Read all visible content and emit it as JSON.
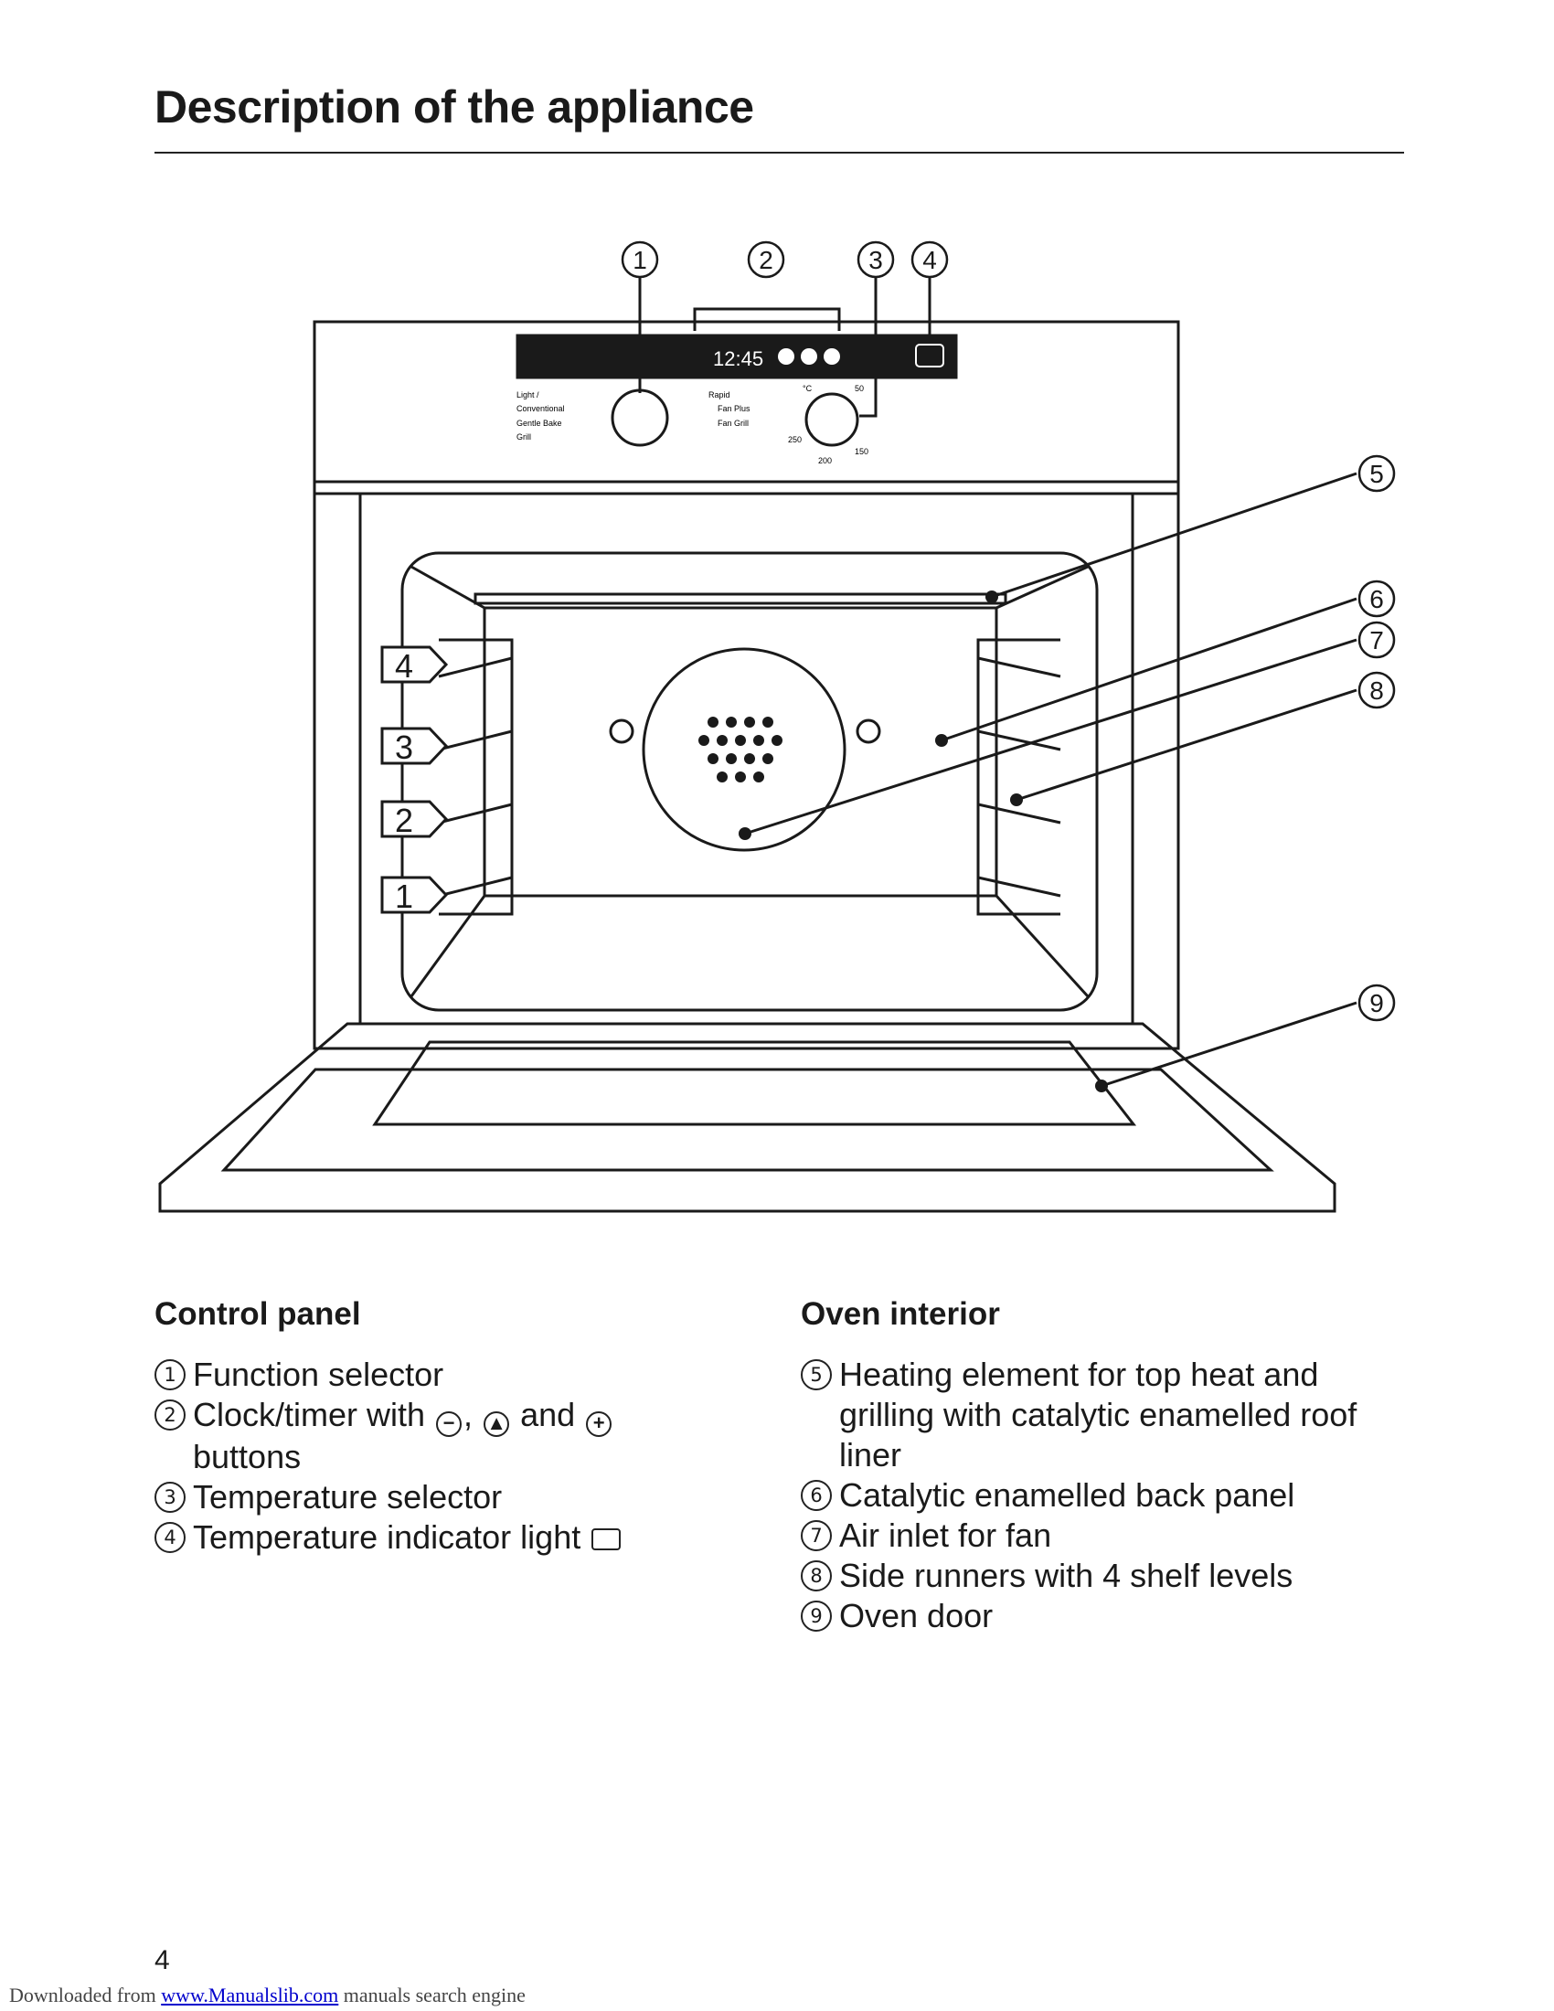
{
  "page": {
    "title": "Description of the appliance",
    "page_number": "4"
  },
  "figure": {
    "callouts": [
      "1",
      "2",
      "3",
      "4",
      "5",
      "6",
      "7",
      "8",
      "9"
    ],
    "shelf_levels": [
      "4",
      "3",
      "2",
      "1"
    ],
    "display_time": "12:45",
    "function_labels_left": [
      "Light /",
      "Conventional",
      "Gentle Bake",
      "Grill"
    ],
    "function_labels_right": [
      "Rapid",
      "Fan Plus",
      "Fan Grill"
    ],
    "temp_unit": "°C",
    "temp_marks": [
      "50",
      "150",
      "200",
      "250"
    ]
  },
  "control_panel": {
    "heading": "Control panel",
    "items": [
      {
        "num": "1",
        "pre": "Function selector"
      },
      {
        "num": "2",
        "pre": "Clock/timer with ",
        "mid1": ",",
        "mid2": " and ",
        "post": " buttons",
        "icons": [
          "minus-button-icon",
          "timer-button-icon",
          "plus-button-icon"
        ]
      },
      {
        "num": "3",
        "pre": "Temperature selector"
      },
      {
        "num": "4",
        "pre": "Temperature indicator light ",
        "icons": [
          "indicator-light-icon"
        ]
      }
    ]
  },
  "oven_interior": {
    "heading": "Oven interior",
    "items": [
      {
        "num": "5",
        "text": "Heating element for top heat and grilling with catalytic enamelled roof liner"
      },
      {
        "num": "6",
        "text": "Catalytic enamelled back panel"
      },
      {
        "num": "7",
        "text": "Air inlet for fan"
      },
      {
        "num": "8",
        "text": "Side runners with 4 shelf levels"
      },
      {
        "num": "9",
        "text": "Oven door"
      }
    ]
  },
  "footer": {
    "prefix": "Downloaded from ",
    "link": "www.Manualslib.com",
    "suffix": " manuals search engine"
  }
}
